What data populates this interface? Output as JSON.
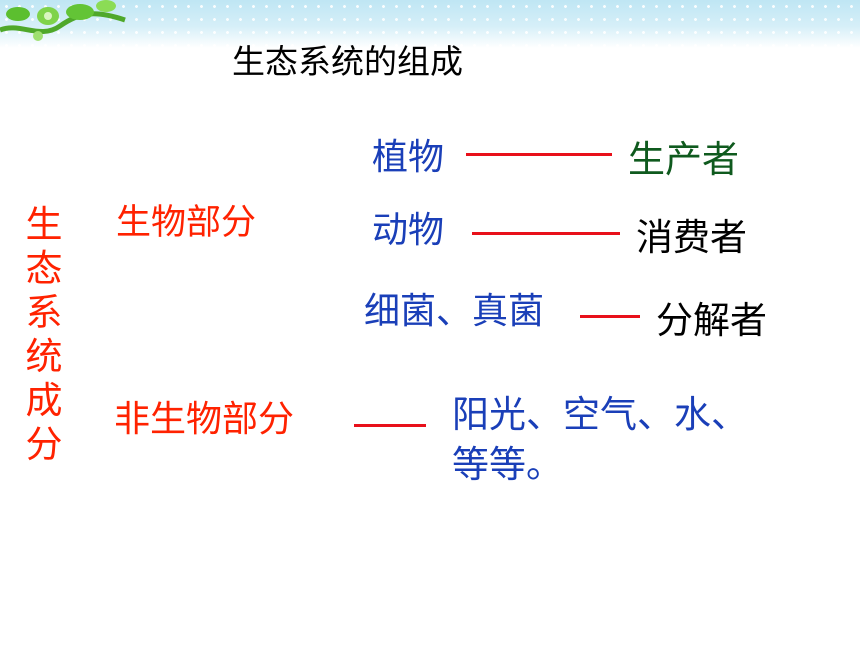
{
  "title": "生态系统的组成",
  "vertical_label": [
    "生",
    "态",
    "系",
    "统",
    "成",
    "分"
  ],
  "biotic": {
    "label": "生物部分",
    "rows": [
      {
        "organism": "植物",
        "role": "生产者"
      },
      {
        "organism": "动物",
        "role": "消费者"
      },
      {
        "organism": "细菌、真菌",
        "role": "分解者"
      }
    ]
  },
  "abiotic": {
    "label": "非生物部分",
    "items_line1": "阳光、空气、水、",
    "items_line2": "等等。"
  },
  "colors": {
    "label_red": "#ff2200",
    "organism_blue": "#1a3fb8",
    "producer_green": "#0f5a1e",
    "connector_red": "#e8101a"
  }
}
